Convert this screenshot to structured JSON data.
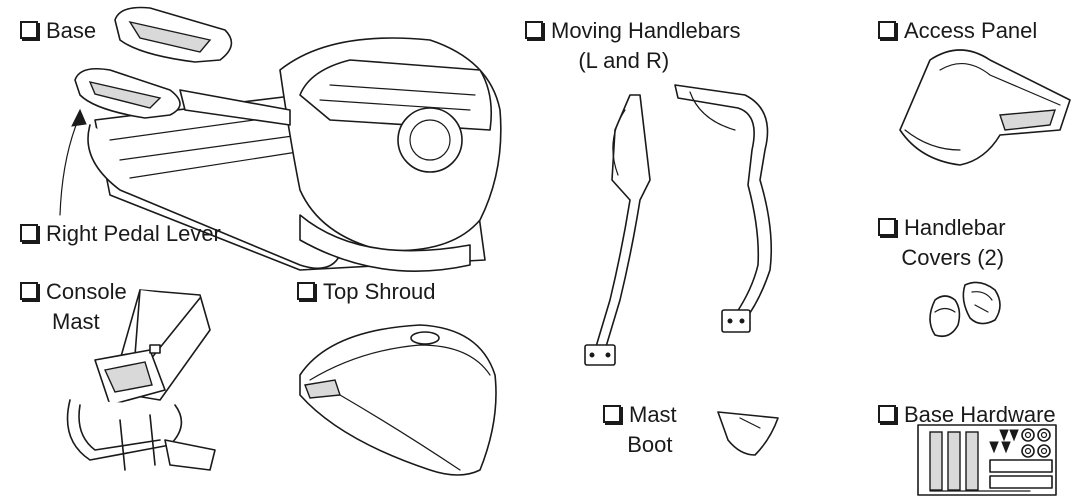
{
  "labels": {
    "base": "Base",
    "right_pedal_lever": "Right Pedal Lever",
    "console_mast_line1": "Console",
    "console_mast_line2": "Mast",
    "top_shroud": "Top Shroud",
    "moving_handlebars_line1": "Moving Handlebars",
    "moving_handlebars_line2": "(L and R)",
    "access_panel": "Access Panel",
    "handlebar_covers_line1": "Handlebar",
    "handlebar_covers_line2": "Covers (2)",
    "mast_boot_line1": "Mast",
    "mast_boot_line2": "Boot",
    "base_hardware": "Base Hardware"
  }
}
